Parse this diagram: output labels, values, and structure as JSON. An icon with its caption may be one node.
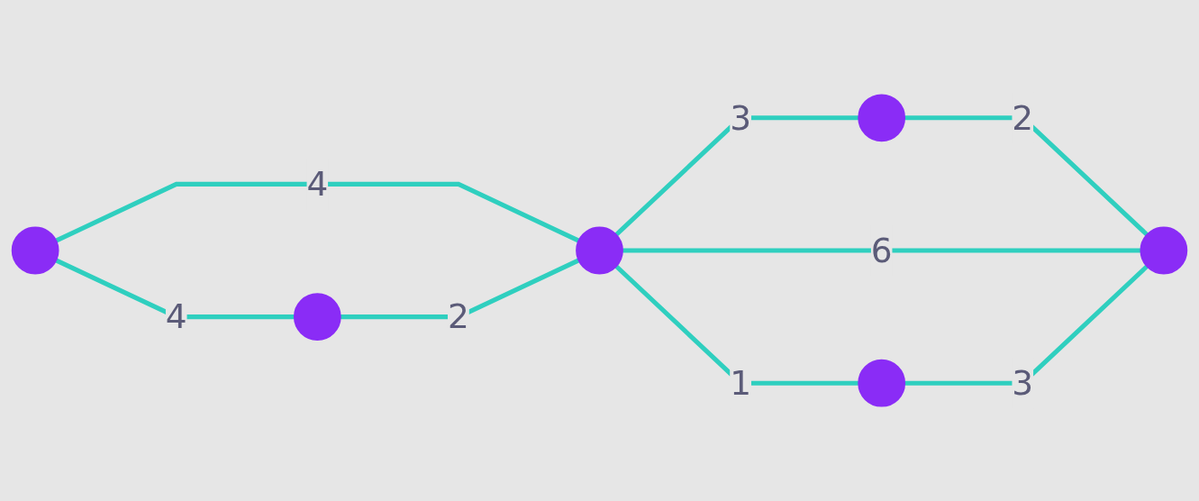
{
  "diagram": {
    "nodes": [
      {
        "text": [],
        "shape": "circle"
      },
      {
        "text": [],
        "shape": "circle"
      },
      {
        "text": [],
        "shape": "circle"
      },
      {
        "text": [],
        "shape": "circle"
      },
      {
        "text": [],
        "shape": "circle"
      },
      {
        "text": [],
        "shape": "circle"
      }
    ],
    "edges": [
      {
        "from": 0,
        "to": 4,
        "arrow": "none",
        "label": "4"
      },
      {
        "from": 0,
        "to": 2,
        "arrow": "none",
        "label": "4"
      },
      {
        "from": 4,
        "to": 2,
        "arrow": "none",
        "label": "2"
      },
      {
        "from": 2,
        "to": 1,
        "arrow": "none",
        "label": "3"
      },
      {
        "from": 1,
        "to": 3,
        "arrow": "none",
        "label": "2"
      },
      {
        "from": 2,
        "to": 3,
        "arrow": "none",
        "label": "6"
      },
      {
        "from": 2,
        "to": 5,
        "arrow": "none",
        "label": "1"
      },
      {
        "from": 5,
        "to": 3,
        "arrow": "none",
        "label": "3"
      }
    ]
  }
}
